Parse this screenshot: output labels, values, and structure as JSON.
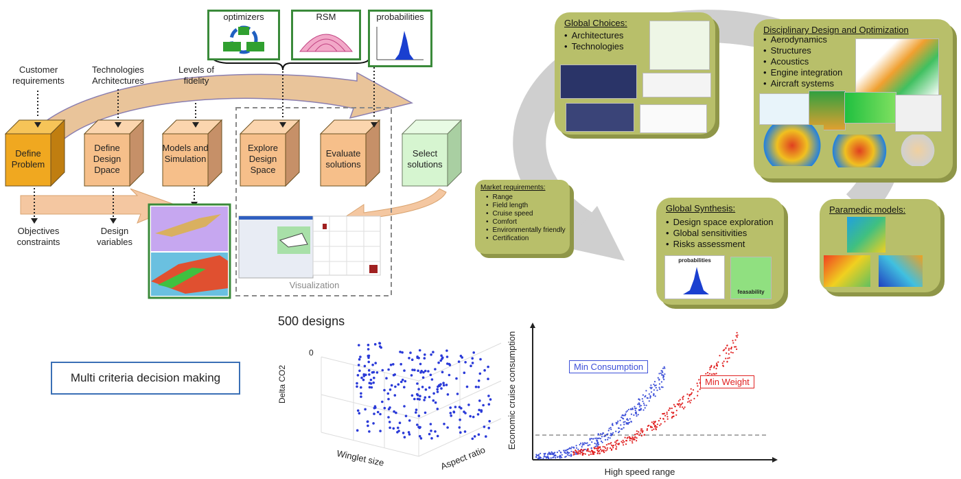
{
  "process": {
    "inputs": {
      "customer": "Customer requirements",
      "technologies": "Technologies Architectures",
      "fidelity": "Levels of fidelity"
    },
    "steps": {
      "define_problem": "Define Problem",
      "define_design_space": "Define Design Dpace",
      "models": "Models and Simulation",
      "explore": "Explore Design Space",
      "evaluate": "Evaluate solutions",
      "select": "Select solutions"
    },
    "outputs": {
      "objectives": "Objectives constraints",
      "design_vars": "Design variables"
    },
    "tools": {
      "optimizers": "optimizers",
      "rsm": "RSM",
      "probabilities": "probabilities"
    },
    "visualization": "Visualization"
  },
  "panels": {
    "global_choices": {
      "title": "Global Choices:",
      "items": [
        "Architectures",
        "Technologies"
      ]
    },
    "disciplinary": {
      "title": "Disciplinary Design and Optimization",
      "items": [
        "Aerodynamics",
        "Structures",
        "Acoustics",
        "Engine integration",
        "Aircraft systems"
      ]
    },
    "market": {
      "title": "Market requirements:",
      "items": [
        "Range",
        "Field length",
        "Cruise speed",
        "Comfort",
        "Environmentally friendly",
        "Certification"
      ]
    },
    "synthesis": {
      "title": "Global Synthesis:",
      "items": [
        "Design space exploration",
        "Global sensitivities",
        "Risks assessment"
      ],
      "img_labels": {
        "probabilities": "probabilities",
        "feasability": "feasability"
      }
    },
    "paramedic": {
      "title": "Paramedic models:"
    }
  },
  "mcdm": "Multi criteria decision making",
  "chart_data": [
    {
      "type": "scatter",
      "title": "500 designs",
      "zlabel": "Delta CO2",
      "xlabel": "Winglet size",
      "ylabel": "Aspect ratio",
      "z_tick": "0",
      "points": 500
    },
    {
      "type": "scatter",
      "xlabel": "High speed range",
      "ylabel": "Economic cruise consumption",
      "series": [
        {
          "name": "Min Consumption",
          "color": "#3c4fd8"
        },
        {
          "name": "Min Weight",
          "color": "#e02020"
        }
      ],
      "reference_line": "horizontal dashed"
    }
  ]
}
